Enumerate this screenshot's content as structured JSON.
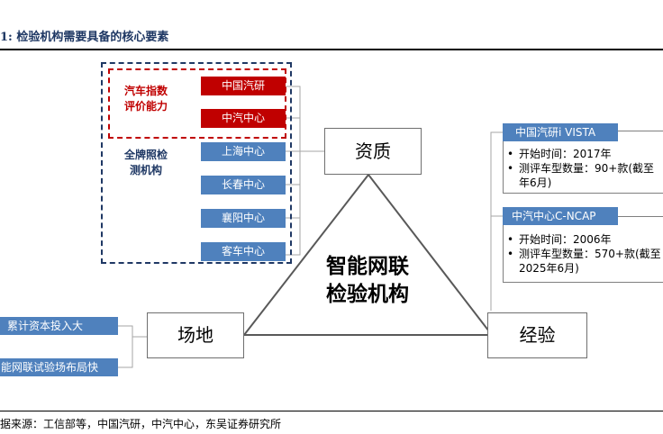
{
  "title": "1: 检验机构需要具备的核心要素",
  "center": {
    "line1": "智能网联",
    "line2": "检验机构"
  },
  "nodes": {
    "qualification": "资质",
    "site": "场地",
    "experience": "经验"
  },
  "qualification_group": {
    "red_label_line1": "汽车指数",
    "red_label_line2": "评价能力",
    "blue_label_line1": "全牌照检",
    "blue_label_line2": "测机构",
    "items": [
      "中国汽研",
      "中汽中心",
      "上海中心",
      "长春中心",
      "襄阳中心",
      "客车中心"
    ]
  },
  "site_items": [
    "累计资本投入大",
    "能网联试验场布局快"
  ],
  "experience_panels": [
    {
      "header": "中国汽研i VISTA",
      "bullets": [
        "开始时间：2017年",
        "测评车型数量：90+款(截至"
      ],
      "continuation": "年6月)"
    },
    {
      "header": "中汽中心C-NCAP",
      "bullets": [
        "开始时间：2006年",
        "测评车型数量：570+款(截至"
      ],
      "continuation": "2025年6月)"
    }
  ],
  "source": "据来源：工信部等，中国汽研，中汽中心，东吴证券研究所",
  "colors": {
    "red": "#c00000",
    "blue": "#4f81bd",
    "navy": "#1f3864"
  }
}
